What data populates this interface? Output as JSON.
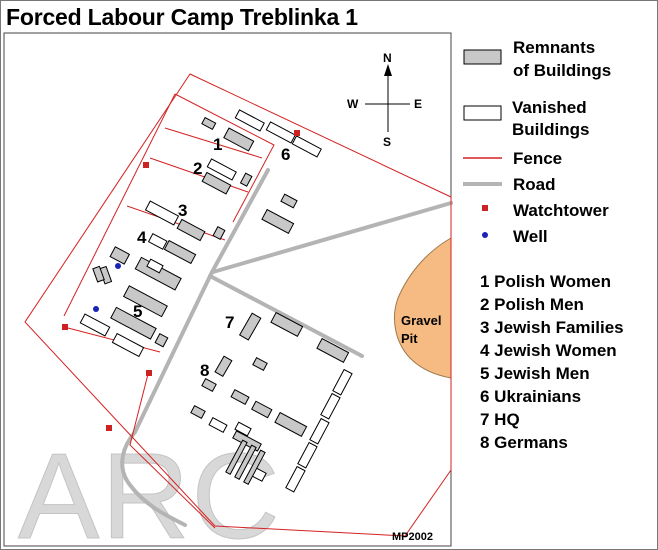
{
  "title": "Forced Labour Camp Treblinka 1",
  "watermark": "ARC",
  "credit": "MP2002",
  "gravel_pit": [
    "Gravel",
    "Pit"
  ],
  "compass": {
    "n": "N",
    "s": "S",
    "e": "E",
    "w": "W"
  },
  "legend": {
    "remnants": [
      "Remnants",
      "of Buildings"
    ],
    "vanished": [
      "Vanished",
      "Buildings"
    ],
    "fence": "Fence",
    "road": "Road",
    "watchtower": "Watchtower",
    "well": "Well"
  },
  "key": [
    "1 Polish Women",
    "2 Polish Men",
    "3 Jewish Families",
    "4 Jewish Women",
    "5 Jewish Men",
    "6 Ukrainians",
    "7 HQ",
    "8 Germans"
  ],
  "map_labels": [
    "1",
    "2",
    "3",
    "4",
    "5",
    "6",
    "7",
    "8"
  ],
  "colors": {
    "fence": "#d42222",
    "road": "#b4b4b4",
    "remnant_fill": "#c8c8c8",
    "watchtower": "#cc2222",
    "well": "#1a22b8",
    "gravel_pit": "#f6bb82",
    "watermark": "#d8d8d8"
  }
}
